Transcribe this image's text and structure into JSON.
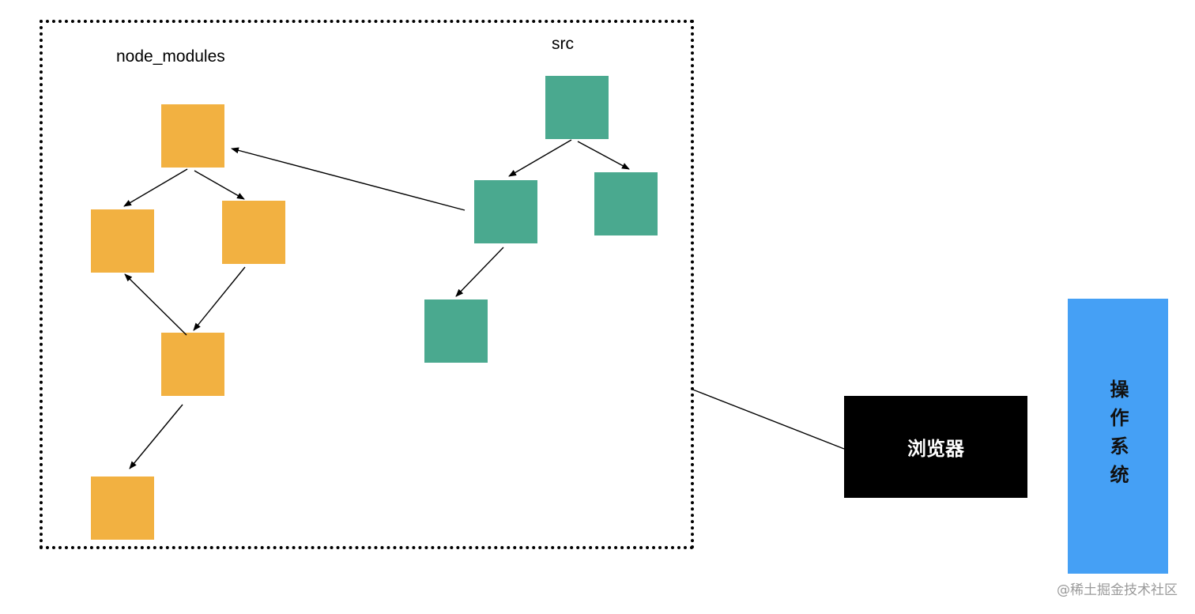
{
  "colors": {
    "node_modules_box": "#f2b141",
    "src_box": "#4aa98f",
    "browser_box": "#000000",
    "os_box": "#45a0f5"
  },
  "groups": {
    "node_modules_label": "node_modules",
    "src_label": "src"
  },
  "nodes": {
    "browser": "浏览器",
    "os": "操作系统"
  },
  "watermark": "@稀土掘金技术社区"
}
